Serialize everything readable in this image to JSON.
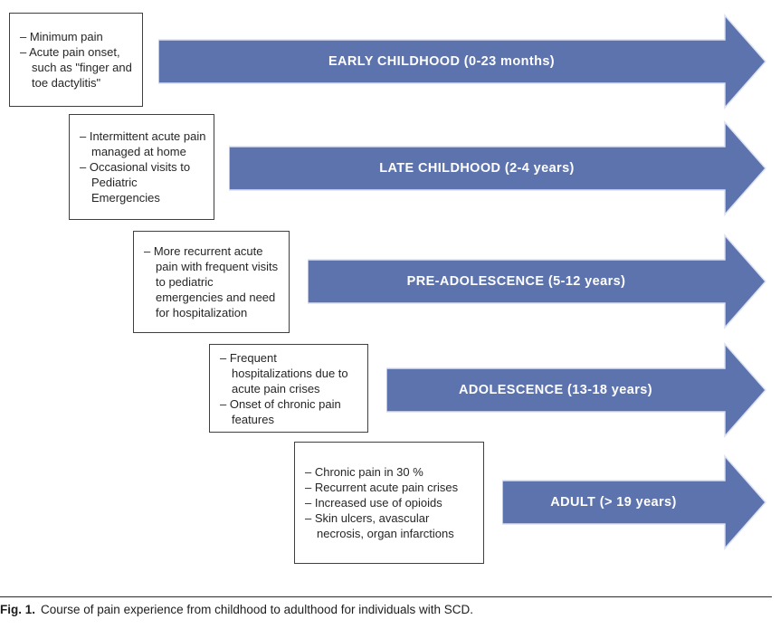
{
  "ui": {
    "bullet": "–",
    "arrow_fill": "#5d73ae",
    "arrow_edge": "#dde2f1",
    "box_border": "#3f3f3f",
    "label_color": "#ffffff"
  },
  "stages": [
    {
      "label": "EARLY CHILDHOOD (0-23 months)",
      "notes": [
        "Minimum pain",
        "Acute pain onset, such as \"finger and toe dactylitis\""
      ]
    },
    {
      "label": "LATE CHILDHOOD (2-4 years)",
      "notes": [
        "Intermittent acute pain managed at home",
        "Occasional visits to Pediatric Emergencies"
      ]
    },
    {
      "label": "PRE-ADOLESCENCE (5-12 years)",
      "notes": [
        "More recurrent acute pain with frequent visits to pediatric emergencies and need for hospitalization"
      ]
    },
    {
      "label": "ADOLESCENCE (13-18 years)",
      "notes": [
        "Frequent hospitalizations due to acute pain crises",
        "Onset of chronic pain features"
      ]
    },
    {
      "label": "ADULT (> 19 years)",
      "notes": [
        "Chronic pain in 30 %",
        "Recurrent acute pain crises",
        "Increased use of opioids",
        "Skin ulcers, avascular necrosis, organ infarctions"
      ]
    }
  ],
  "caption": {
    "prefix": "Fig. 1.",
    "text": "Course of pain experience from childhood to adulthood for individuals with SCD."
  }
}
